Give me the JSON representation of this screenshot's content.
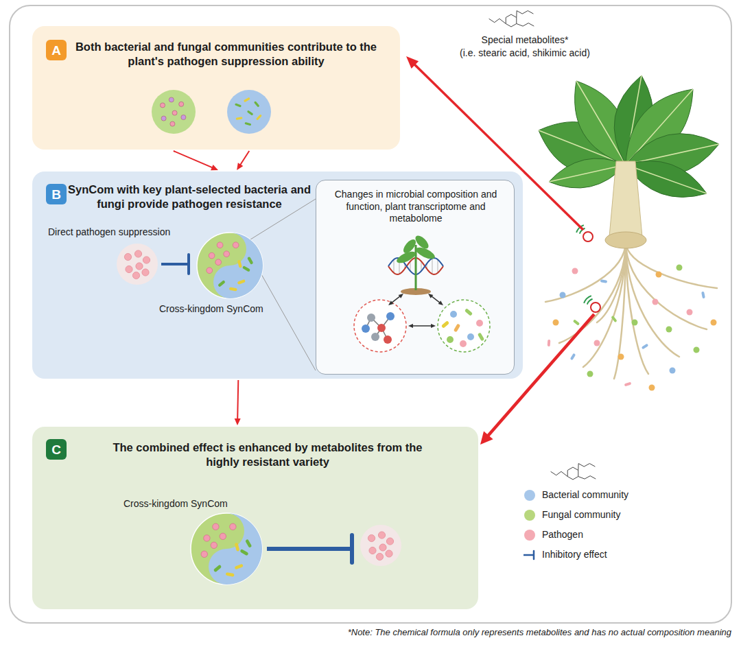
{
  "diagram": {
    "nodes": [
      {
        "text": [
          "Both bacterial and fungal communities contribute to the plant's pathogen suppression ability"
        ]
      },
      {
        "text": [
          "A"
        ],
        "in": 0
      },
      {
        "text": [
          "SynCom with key plant-selected bacteria and fungi provide pathogen resistance"
        ]
      },
      {
        "text": [
          "B"
        ],
        "in": 2
      },
      {
        "text": [
          "Changes in microbial composition and function, plant transcriptome and metabolome"
        ],
        "in": 2
      },
      {
        "text": [
          "The combined effect is enhanced by metabolites from the highly resistant variety"
        ]
      },
      {
        "text": [
          "C"
        ],
        "in": 5
      }
    ],
    "edges": [
      {
        "from": 0,
        "to": 2,
        "arrow": "to"
      },
      {
        "from": 0,
        "to": 2,
        "arrow": "to"
      },
      {
        "from": 2,
        "to": 5,
        "arrow": "to"
      }
    ],
    "labels": [
      "Special metabolites*",
      "(i.e. stearic acid, shikimic acid)",
      "Direct pathogen suppression",
      "Cross-kingdom SynCom",
      "Cross-kingdom SynCom",
      "*Note: The chemical formula only represents metabolites and has no actual composition meaning"
    ],
    "legend": [
      {
        "text": "Bacterial community",
        "color": "#a7c7ea"
      },
      {
        "text": "Fungal community",
        "color": "#b8d77e"
      },
      {
        "text": "Pathogen",
        "color": "#f4aab3"
      },
      {
        "text": "Inhibitory effect"
      }
    ]
  }
}
